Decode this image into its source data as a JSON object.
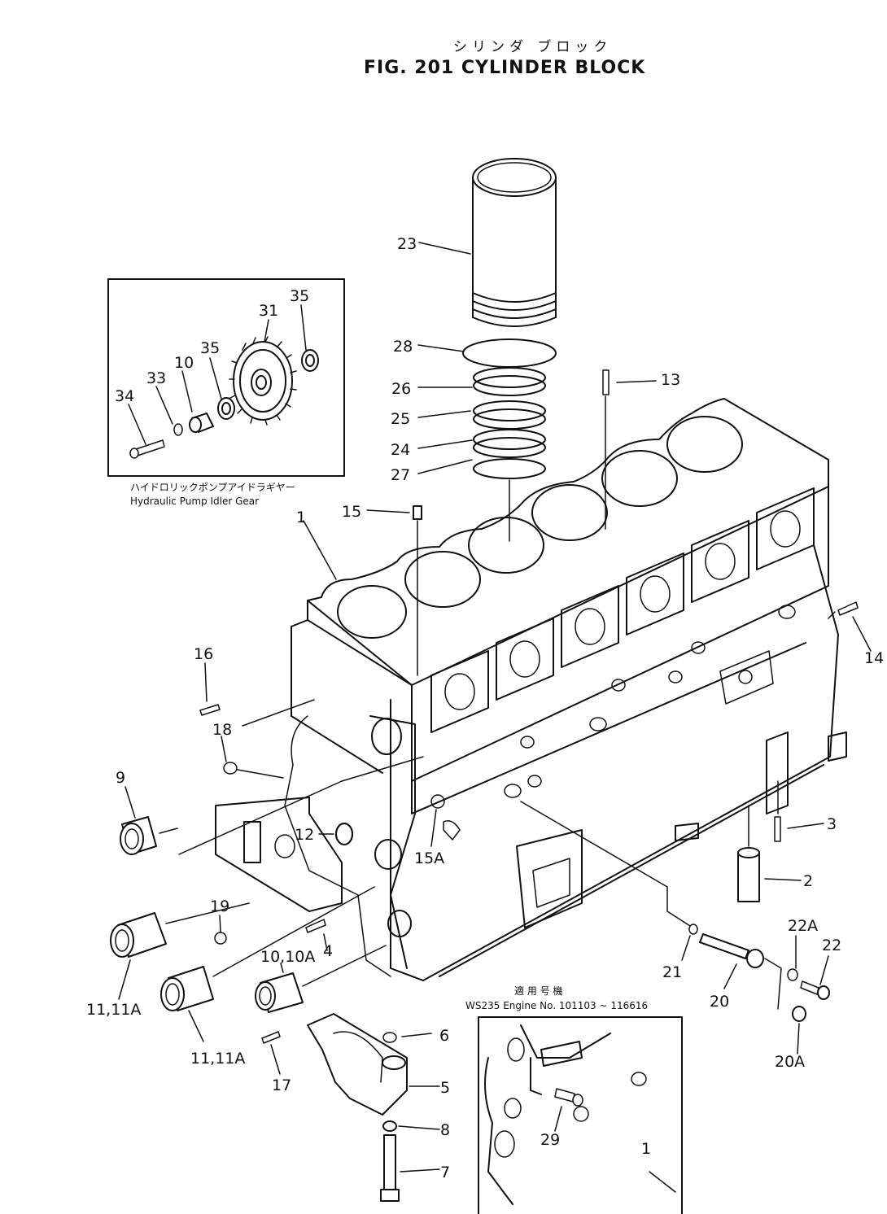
{
  "title": {
    "jp": "シリンダ ブロック",
    "en": "FIG. 201   CYLINDER BLOCK"
  },
  "inset_idler": {
    "caption_jp": "ハイドロリックポンプアイドラギヤー",
    "caption_en": "Hydraulic  Pump  Idler  Gear",
    "labels": [
      "34",
      "33",
      "10",
      "35",
      "31",
      "35"
    ]
  },
  "inset_serial": {
    "caption_jp": "適 用 号 機",
    "caption_en": "WS235 Engine No. 101103 ~ 116616",
    "labels": [
      "29",
      "1"
    ]
  },
  "callouts": [
    "23",
    "28",
    "26",
    "25",
    "24",
    "27",
    "13",
    "15",
    "1",
    "16",
    "18",
    "9",
    "12",
    "15A",
    "19",
    "4",
    "10,10A",
    "11,11A",
    "11,11A",
    "17",
    "6",
    "5",
    "8",
    "7",
    "3",
    "2",
    "14",
    "21",
    "20",
    "22A",
    "22",
    "20A"
  ]
}
